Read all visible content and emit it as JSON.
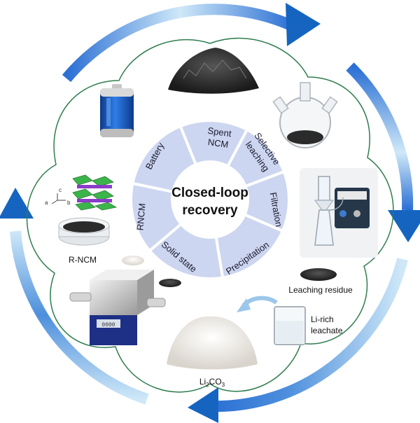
{
  "center": {
    "line1": "Closed-loop",
    "line2": "recovery"
  },
  "segments": {
    "s0": "Spent",
    "s0b": "NCM",
    "s1": "Selective",
    "s1b": "leaching",
    "s2": "Filtration",
    "s3": "Precipitation",
    "s4": "Solid state",
    "s5": "RNCM",
    "s6": "Battery"
  },
  "labels": {
    "leaching_residue": "Leaching residue",
    "li_rich_1": "Li-rich",
    "li_rich_2": "leachate",
    "li2co3_a": "Li",
    "li2co3_b": "2",
    "li2co3_c": "CO",
    "li2co3_d": "3",
    "rncm": "R-NCM",
    "axis_c": "c",
    "axis_a": "a",
    "axis_b": "b",
    "furnace_display": "0000"
  },
  "colors": {
    "arrow_dark": "#1565c0",
    "arrow_light": "#bfe0f5",
    "flower_outline": "#2e7d4f",
    "segment_fill": "#cdd6f0",
    "center_fill": "#ffffff"
  },
  "icons": [
    "circular-arrow",
    "battery-icon",
    "powder-pile",
    "round-flask",
    "filtration-apparatus",
    "beaker",
    "tube-furnace",
    "crystal-structure",
    "petri-dish"
  ]
}
